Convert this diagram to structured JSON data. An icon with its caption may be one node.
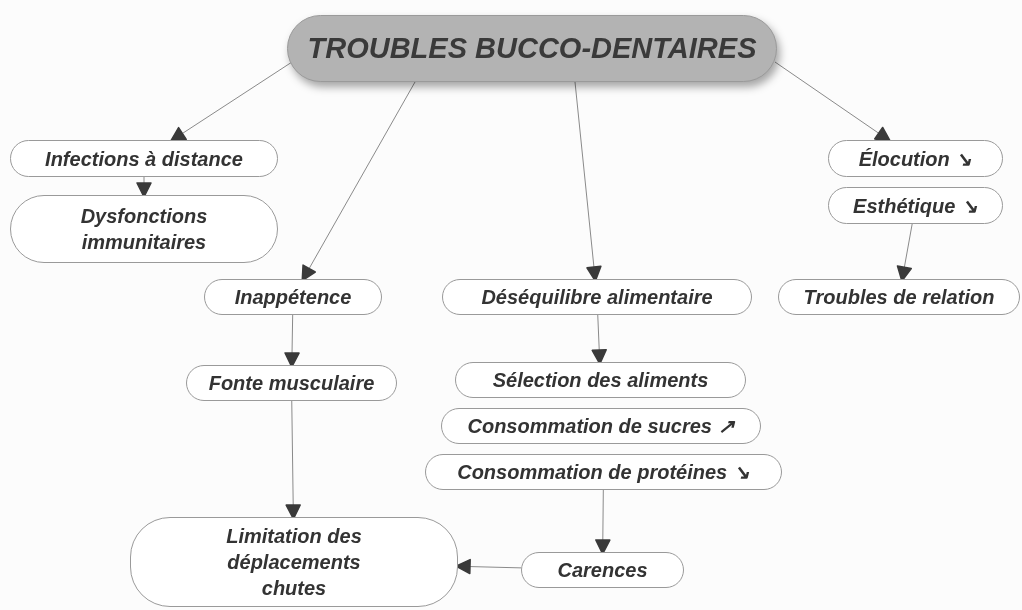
{
  "diagram": {
    "nodes": [
      {
        "text": [
          "TROUBLES BUCCO-DENTAIRES"
        ]
      },
      {
        "text": [
          "Infections à distance"
        ]
      },
      {
        "text": [
          "Dysfonctions immunitaires"
        ]
      },
      {
        "text": [
          "Inappétence"
        ]
      },
      {
        "text": [
          "Fonte musculaire"
        ]
      },
      {
        "text": [
          "Limitation des déplacements chutes"
        ]
      },
      {
        "text": [
          "Déséquilibre alimentaire"
        ]
      },
      {
        "text": [
          "Sélection des aliments"
        ]
      },
      {
        "text": [
          "Consommation de sucres ↗"
        ]
      },
      {
        "text": [
          "Consommation de protéines ↘"
        ]
      },
      {
        "text": [
          "Carences"
        ]
      },
      {
        "text": [
          "Élocution ↘"
        ]
      },
      {
        "text": [
          "Esthétique ↘"
        ]
      },
      {
        "text": [
          "Troubles de relation"
        ]
      }
    ],
    "edges": [
      {
        "from": 0,
        "to": 1,
        "arrow": "to"
      },
      {
        "from": 1,
        "to": 2,
        "arrow": "to"
      },
      {
        "from": 0,
        "to": 3,
        "arrow": "to"
      },
      {
        "from": 3,
        "to": 4,
        "arrow": "to"
      },
      {
        "from": 4,
        "to": 5,
        "arrow": "to"
      },
      {
        "from": 0,
        "to": 6,
        "arrow": "to"
      },
      {
        "from": 6,
        "to": 7,
        "arrow": "to"
      },
      {
        "from": 9,
        "to": 10,
        "arrow": "to"
      },
      {
        "from": 10,
        "to": 5,
        "arrow": "to"
      },
      {
        "from": 0,
        "to": 11,
        "arrow": "to"
      },
      {
        "from": 12,
        "to": 13,
        "arrow": "to"
      }
    ]
  }
}
